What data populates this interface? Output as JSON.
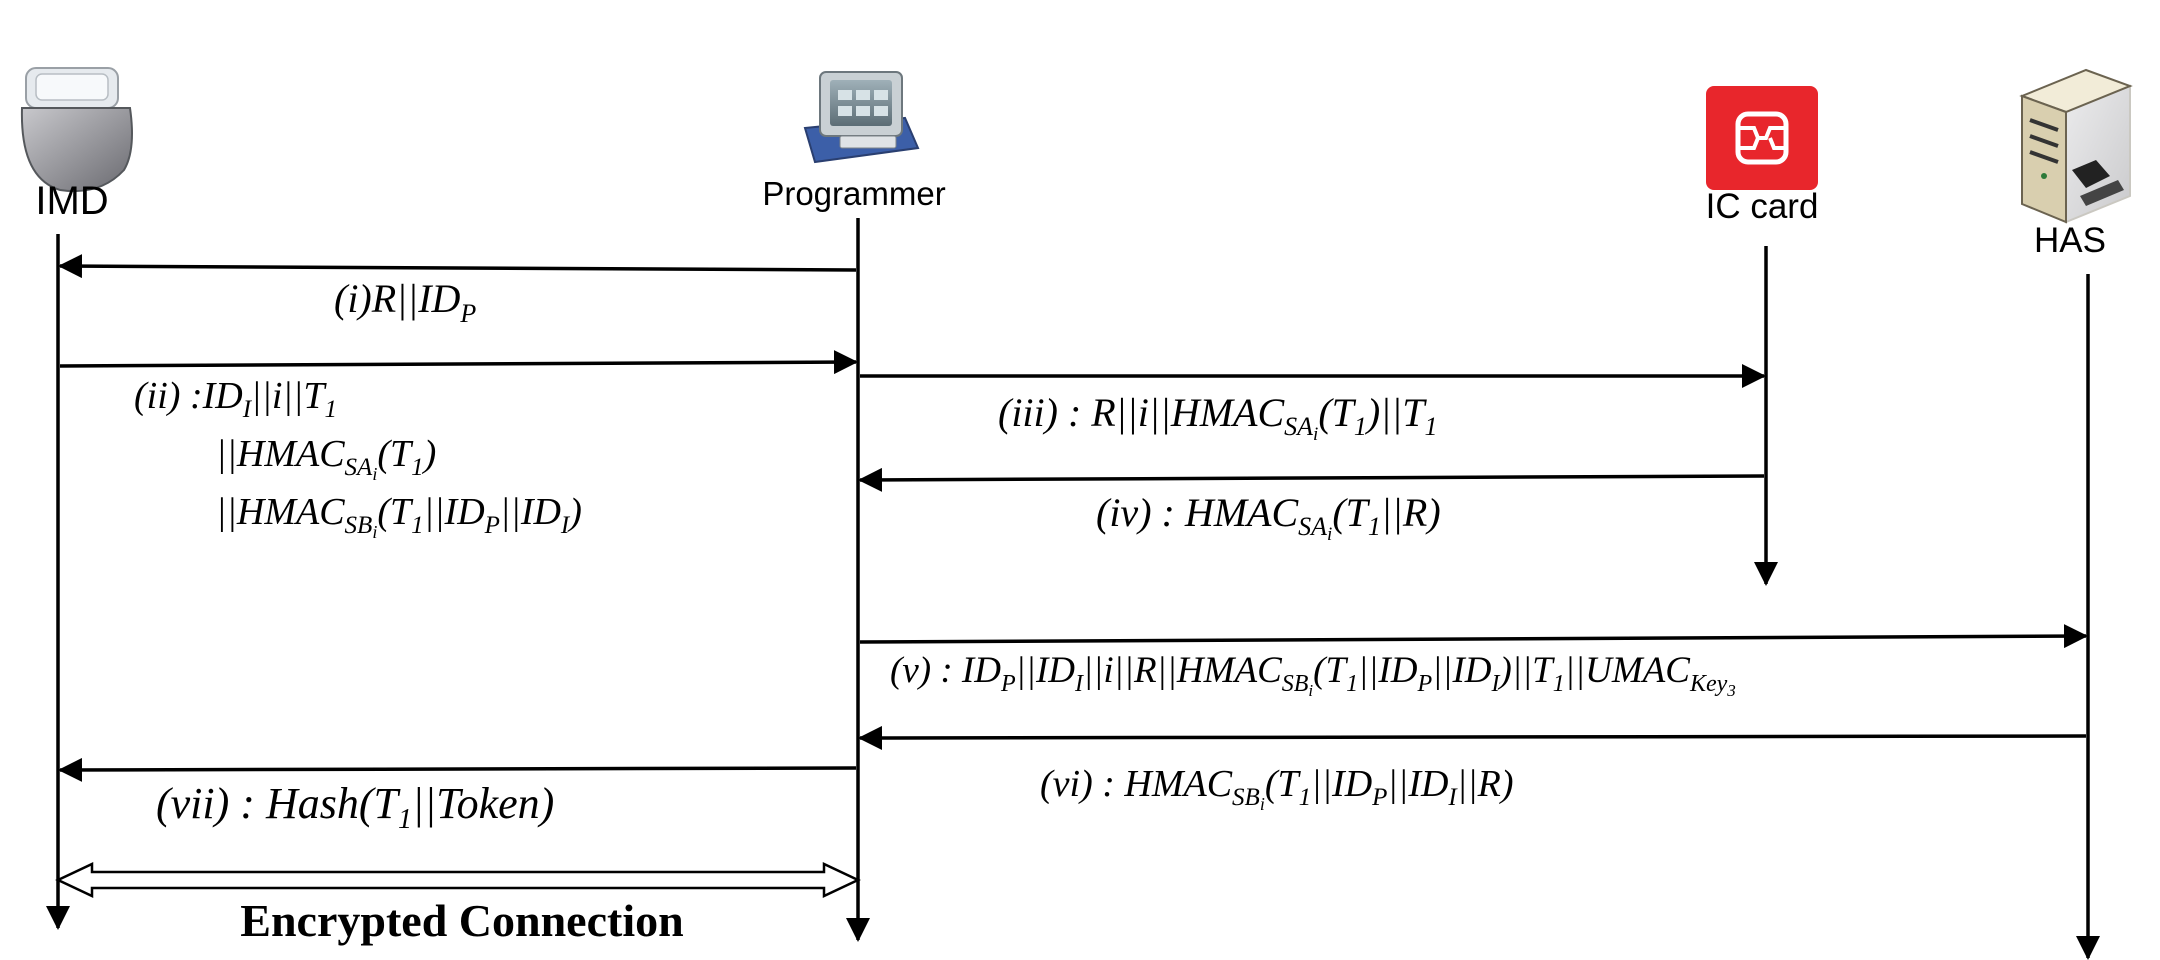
{
  "actors": {
    "imd": {
      "label": "IMD"
    },
    "programmer": {
      "label": "Programmer"
    },
    "iccard": {
      "label": "IC card"
    },
    "has": {
      "label": "HAS"
    }
  },
  "messages": {
    "m1": {
      "tag": "(i)",
      "body": "R||ID",
      "sub": "P"
    },
    "m2": {
      "line1": {
        "tag": "(ii)",
        "pre": " :ID",
        "sub1": "I",
        "mid": "||i||T",
        "sub2": "1"
      },
      "line2": {
        "pre": "||HMAC",
        "sub1": "SA",
        "subsub": "i",
        "mid": "(T",
        "sub2": "1",
        "post": ")"
      },
      "line3": {
        "pre": "||HMAC",
        "sub1": "SB",
        "subsub": "i",
        "a": "(T",
        "s1": "1",
        "b": "||ID",
        "s2": "P",
        "c": "||ID",
        "s3": "I",
        "d": ")"
      }
    },
    "m3": {
      "tag": "(iii)",
      "pre": " : R||i||HMAC",
      "sub1": "SA",
      "subsub": "i",
      "mid": "(T",
      "sub2": "1",
      "post": ")||T",
      "sub3": "1"
    },
    "m4": {
      "tag": "(iv)",
      "pre": " : HMAC",
      "sub1": "SA",
      "subsub": "i",
      "mid": "(T",
      "sub2": "1",
      "post": "||R)"
    },
    "m5": {
      "tag": "(v)",
      "a": " : ID",
      "s1": "P",
      "b": "||ID",
      "s2": "I",
      "c": "||i||R||HMAC",
      "s3": "SB",
      "ss3": "i",
      "d": "(T",
      "s4": "1",
      "e": "||ID",
      "s5": "P",
      "f": "||ID",
      "s6": "I",
      "g": ")||T",
      "s7": "1",
      "h": "||UMAC",
      "s8": "Key",
      "ss8": "3"
    },
    "m6": {
      "tag": "(vi)",
      "pre": " : HMAC",
      "sub1": "SB",
      "subsub": "i",
      "a": "(T",
      "s1": "1",
      "b": "||ID",
      "s2": "P",
      "c": "||ID",
      "s3": "I",
      "d": "||R)"
    },
    "m7": {
      "tag": "(vii)",
      "pre": " : Hash(T",
      "sub1": "1",
      "post": "||Token)"
    }
  },
  "encrypted_connection": {
    "label": "Encrypted Connection"
  },
  "colors": {
    "line": "#000000",
    "card_red": "#e8262c",
    "server": "#e8e0c8"
  }
}
